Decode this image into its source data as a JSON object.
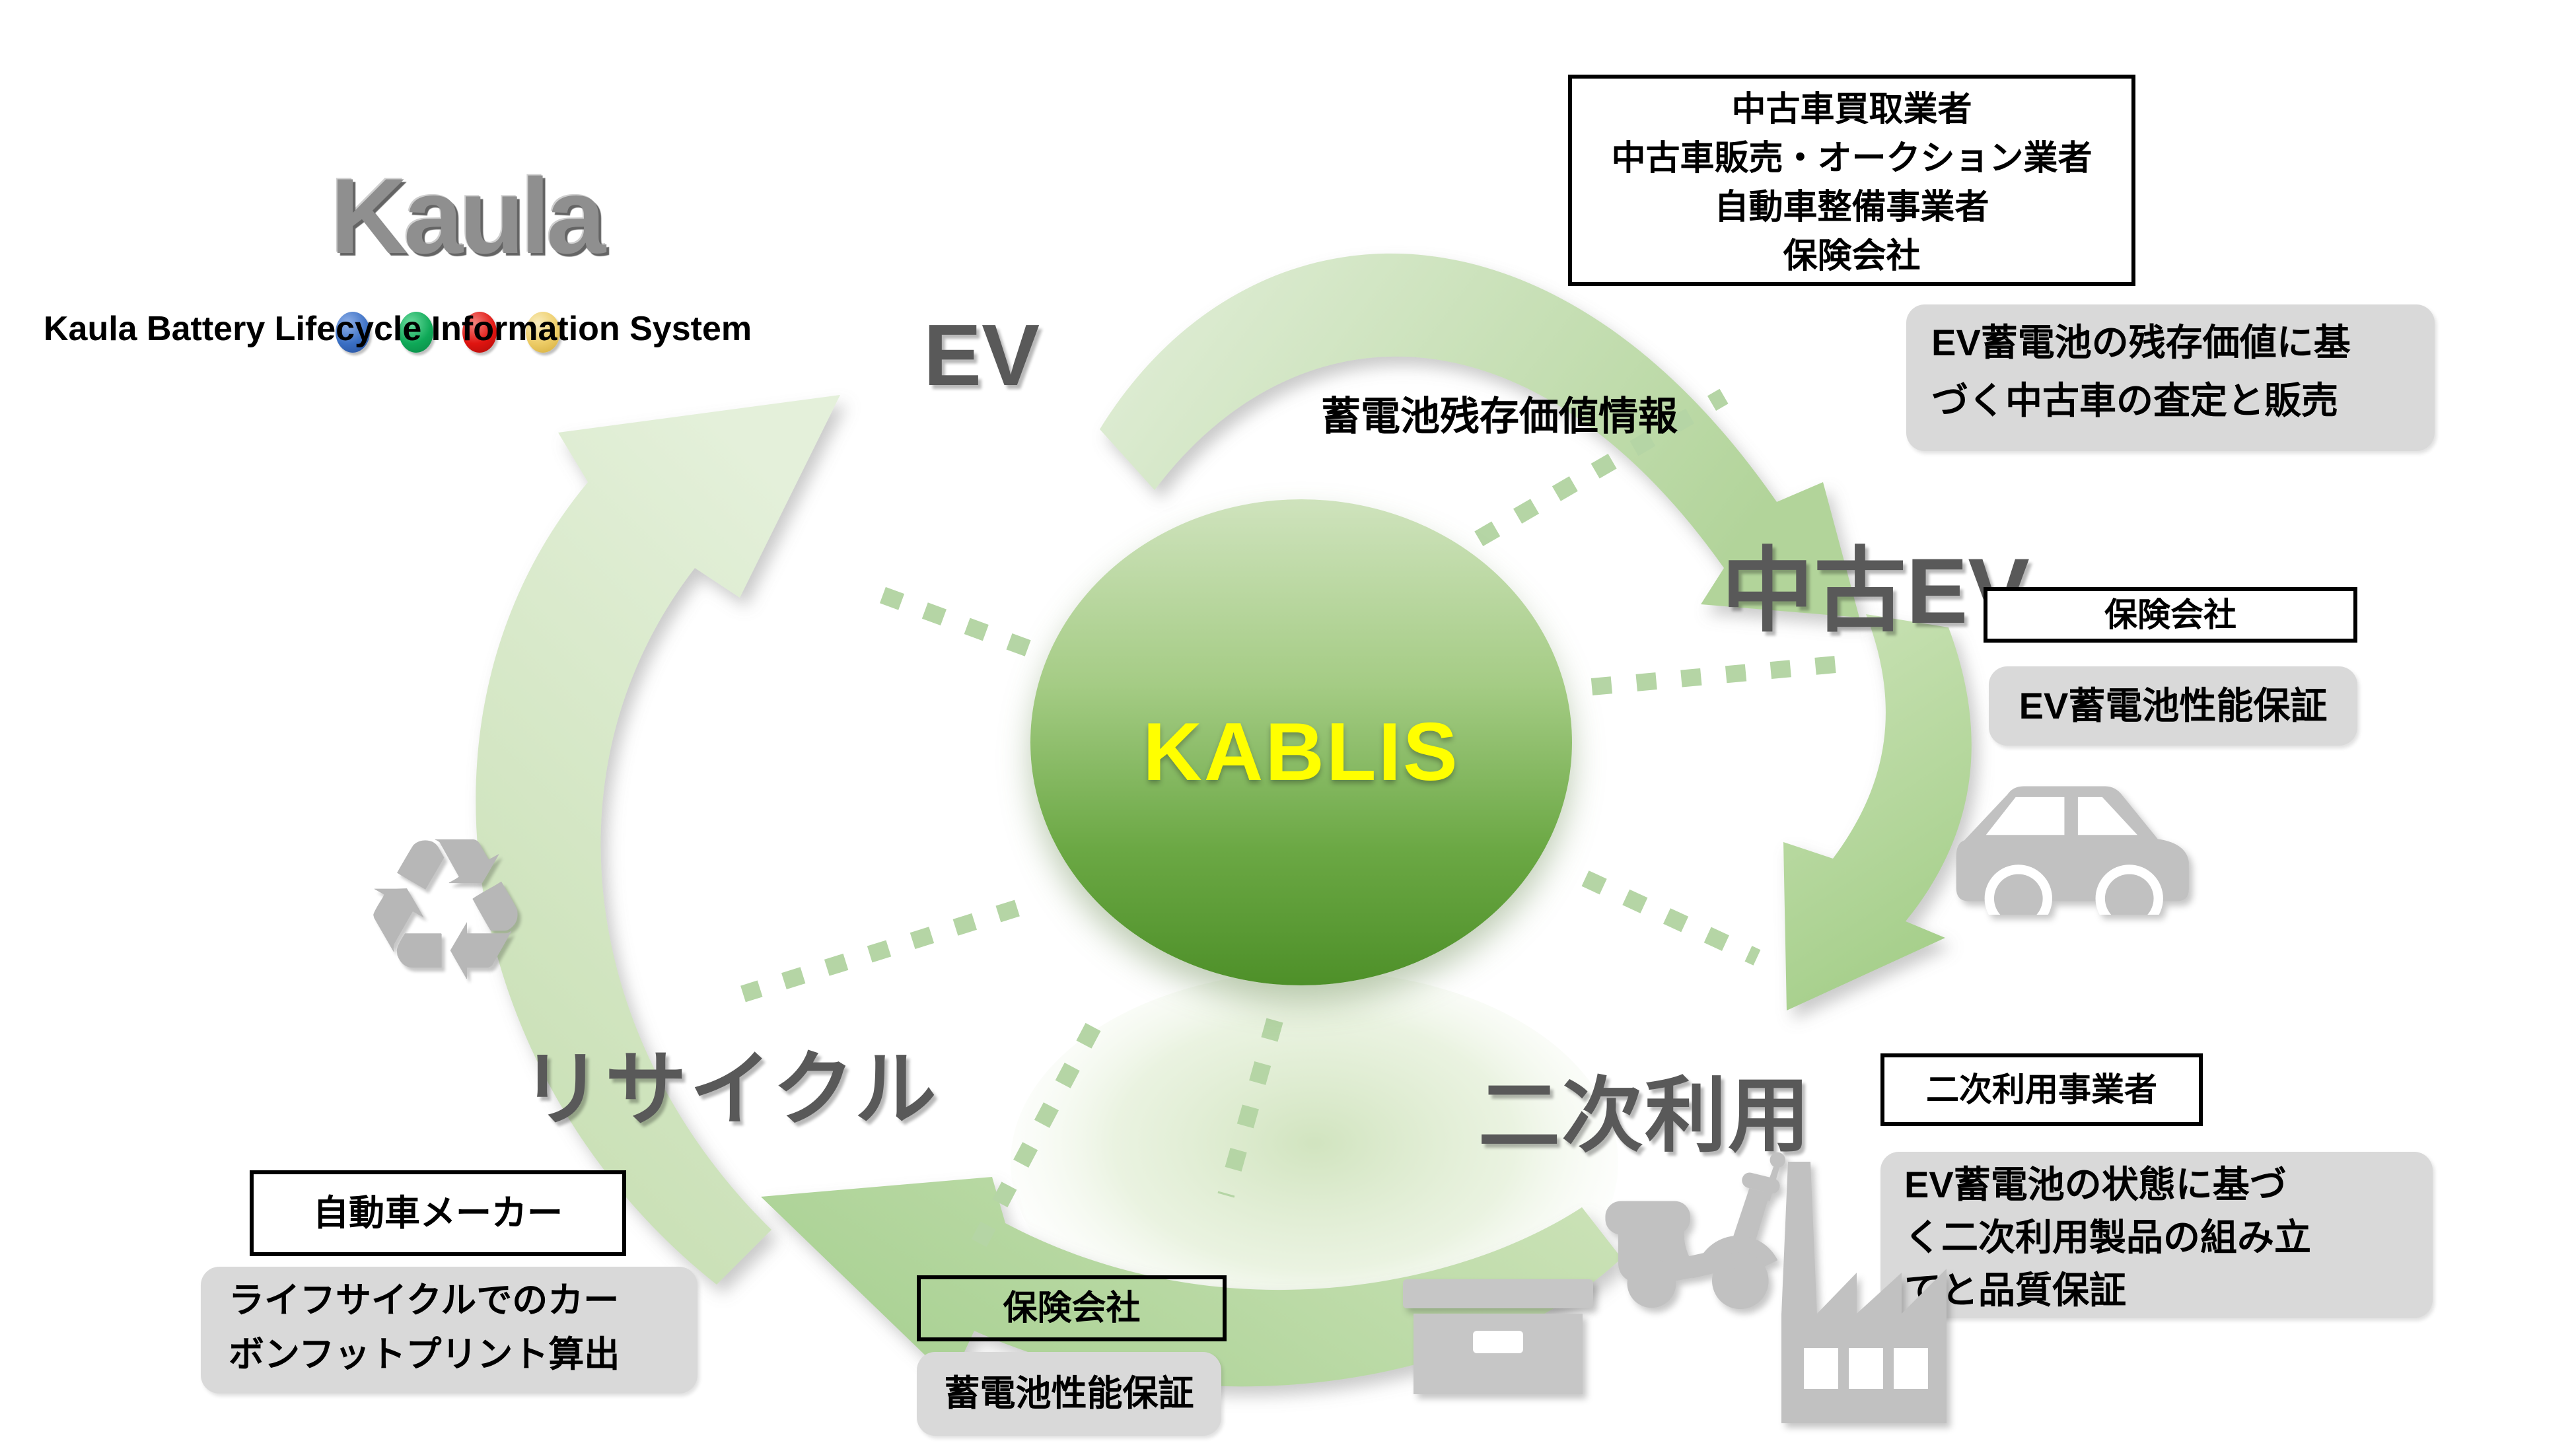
{
  "colors": {
    "accent_green": "#4e9029",
    "band_green": "#b9d8a2",
    "dash_green": "#b5d5a5",
    "label_gray": "#595959",
    "box_gray": "#d9d9d9",
    "kablis_text": "#ffff00"
  },
  "logo": {
    "wordmark": "Kaula",
    "subtitle": "Kaula Battery Lifecycle Information System",
    "dots": [
      {
        "name": "blue-dot",
        "color": "#3a6fc4"
      },
      {
        "name": "green-dot",
        "color": "#0fa958"
      },
      {
        "name": "red-dot",
        "color": "#e01410"
      },
      {
        "name": "yellow-dot",
        "color": "#edcc66"
      }
    ]
  },
  "center": {
    "label": "KABLIS"
  },
  "stages": {
    "ev": "EV",
    "used_ev": "中古EV",
    "secondary_use": "二次利用",
    "recycle": "リサイクル"
  },
  "flow_label": "蓄電池残存価値情報",
  "boxes": {
    "used_car_players": {
      "line1": "中古車買取業者",
      "line2": "中古車販売・オークション業者",
      "line3": "自動車整備事業者",
      "line4": "保険会社"
    },
    "used_ev_note": {
      "line1": "EV蓄電池の残存価値に基",
      "line2": "づく中古車の査定と販売"
    },
    "insurer_right": {
      "title": "保険会社",
      "note": "EV蓄電池性能保証"
    },
    "secondary": {
      "title": "二次利用事業者",
      "note_line1": "EV蓄電池の状態に基づ",
      "note_line2": "く二次利用製品の組み立",
      "note_line3": "てと品質保証"
    },
    "automaker": {
      "title": "自動車メーカー",
      "note_line1": "ライフサイクルでのカー",
      "note_line2": "ボンフットプリント算出"
    },
    "insurer_bottom": {
      "title": "保険会社",
      "note": "蓄電池性能保証"
    }
  },
  "icons": {
    "recycle_glyph": "♻"
  }
}
